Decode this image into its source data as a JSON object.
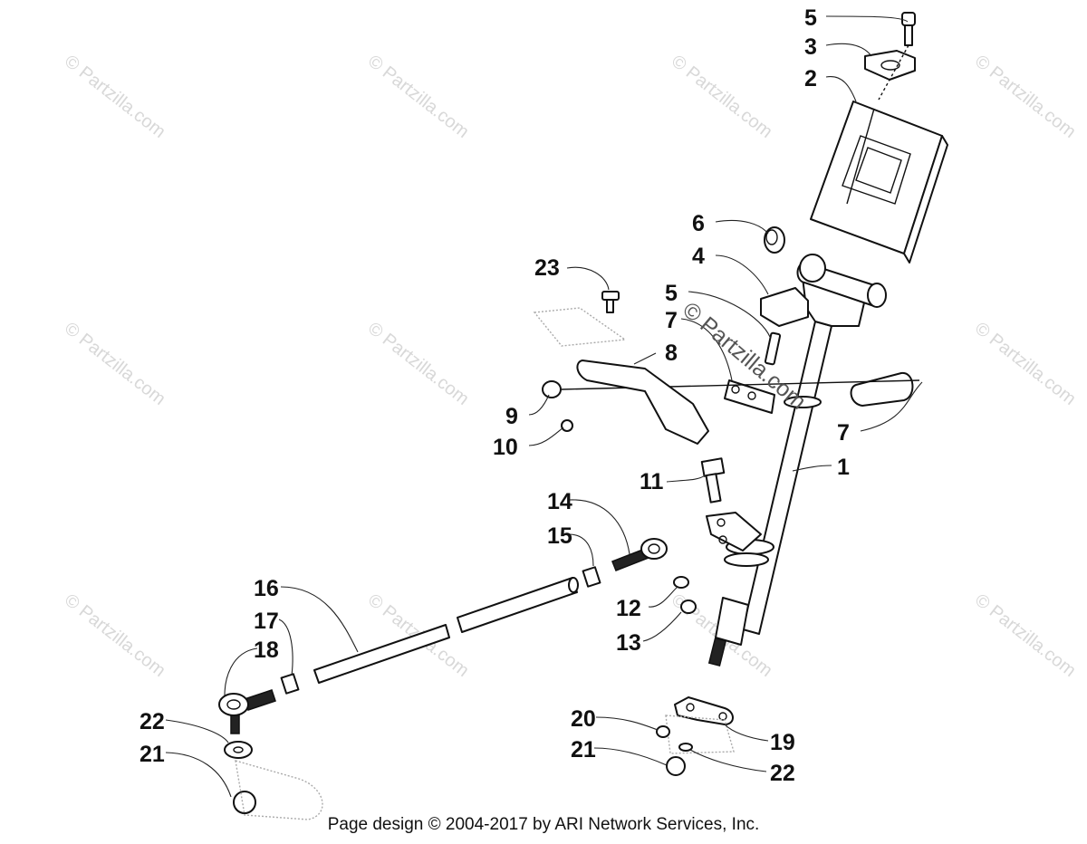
{
  "watermark": "© Partzilla.com",
  "center_watermark": "© Partzilla.com",
  "callouts": {
    "c5a": "5",
    "c3": "3",
    "c2": "2",
    "c6": "6",
    "c4": "4",
    "c23": "23",
    "c5b": "5",
    "c7a": "7",
    "c8": "8",
    "c9": "9",
    "c10": "10",
    "c7b": "7",
    "c1": "1",
    "c11": "11",
    "c14": "14",
    "c15": "15",
    "c16": "16",
    "c17": "17",
    "c18": "18",
    "c12": "12",
    "c13": "13",
    "c22a": "22",
    "c21a": "21",
    "c20": "20",
    "c21b": "21",
    "c19": "19",
    "c22b": "22"
  },
  "footer": "Page design © 2004-2017 by ARI Network Services, Inc.",
  "colors": {
    "ink": "#111111",
    "watermark": "#d8d8d8"
  }
}
